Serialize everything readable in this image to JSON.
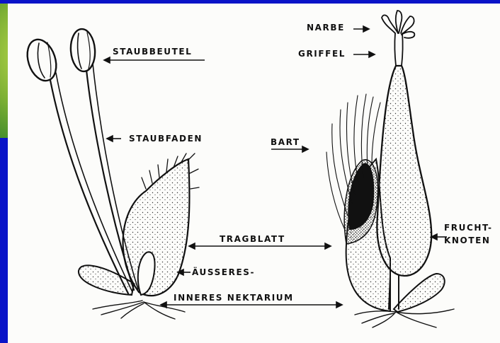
{
  "labels": {
    "narbe": "NARBE",
    "griffel": "GRIFFEL",
    "staubbeutel": "STAUBBEUTEL",
    "staubfaden": "STAUBFADEN",
    "bart": "BART",
    "tragblatt": "TRAGBLATT",
    "aeusseres": "ÄUSSERES-",
    "inneres_nektarium": "INNERES   NEKTARIUM",
    "frucht": "FRUCHT-",
    "knoten": "KNOTEN"
  },
  "colors": {
    "frame": "#0a14c8",
    "corner_accent": "#7db034",
    "paper": "#fcfcfa",
    "ink": "#111111"
  }
}
